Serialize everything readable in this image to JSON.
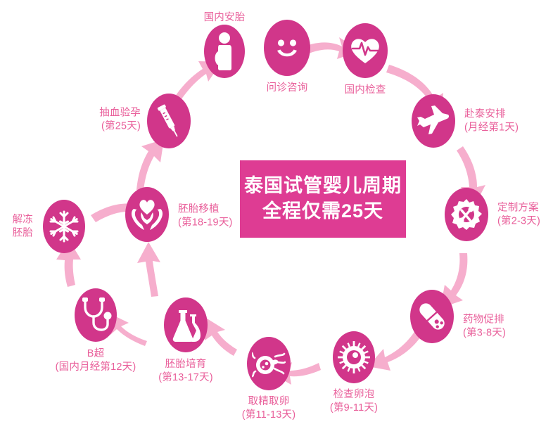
{
  "center": {
    "line1": "泰国试管婴儿周期",
    "line2": "全程仅需25天",
    "bg_color": "#DE3C93",
    "text_color": "#FFFFFF"
  },
  "palette": {
    "node_fill": "#D1368A",
    "arrow_fill": "#F6AECD",
    "label_color": "#E9609B",
    "background": "#FFFFFF"
  },
  "steps": [
    {
      "id": "consult",
      "icon": "smiley-face-icon",
      "label_line1": "问诊咨询",
      "label_line2": "",
      "label_pos": "below"
    },
    {
      "id": "domestic-exam",
      "icon": "heart-pulse-icon",
      "label_line1": "国内检查",
      "label_line2": "",
      "label_pos": "below"
    },
    {
      "id": "travel-thailand",
      "icon": "airplane-icon",
      "label_line1": "赴泰安排",
      "label_line2": "(月经第1天)",
      "label_pos": "right"
    },
    {
      "id": "custom-plan",
      "icon": "gear-wrench-icon",
      "label_line1": "定制方案",
      "label_line2": "(第2-3天)",
      "label_pos": "right"
    },
    {
      "id": "ovulation-drugs",
      "icon": "pill-capsule-icon",
      "label_line1": "药物促排",
      "label_line2": "(第3-8天)",
      "label_pos": "right"
    },
    {
      "id": "follicle-check",
      "icon": "ovum-follicle-icon",
      "label_line1": "检查卵泡",
      "label_line2": "(第9-11天)",
      "label_pos": "below"
    },
    {
      "id": "egg-sperm-retrieval",
      "icon": "sperm-egg-icon",
      "label_line1": "取精取卵",
      "label_line2": "(第11-13天)",
      "label_pos": "below"
    },
    {
      "id": "embryo-culture",
      "icon": "lab-flask-icon",
      "label_line1": "胚胎培育",
      "label_line2": "(第13-17天)",
      "label_pos": "below"
    },
    {
      "id": "b-ultrasound",
      "icon": "stethoscope-icon",
      "label_line1": "B超",
      "label_line2": "(国内月经第12天)",
      "label_pos": "below"
    },
    {
      "id": "thaw-embryo",
      "icon": "snowflake-icon",
      "label_line1": "解冻",
      "label_line2": "胚胎",
      "label_pos": "left"
    },
    {
      "id": "embryo-transfer",
      "icon": "hands-heart-icon",
      "label_line1": "胚胎移植",
      "label_line2": "(第18-19天)",
      "label_pos": "right"
    },
    {
      "id": "blood-pregnancy-test",
      "icon": "syringe-icon",
      "label_line1": "抽血验孕",
      "label_line2": "(第25天)",
      "label_pos": "left"
    },
    {
      "id": "domestic-prenatal-care",
      "icon": "pregnant-woman-icon",
      "label_line1": "国内安胎",
      "label_line2": "",
      "label_pos": "above"
    }
  ]
}
